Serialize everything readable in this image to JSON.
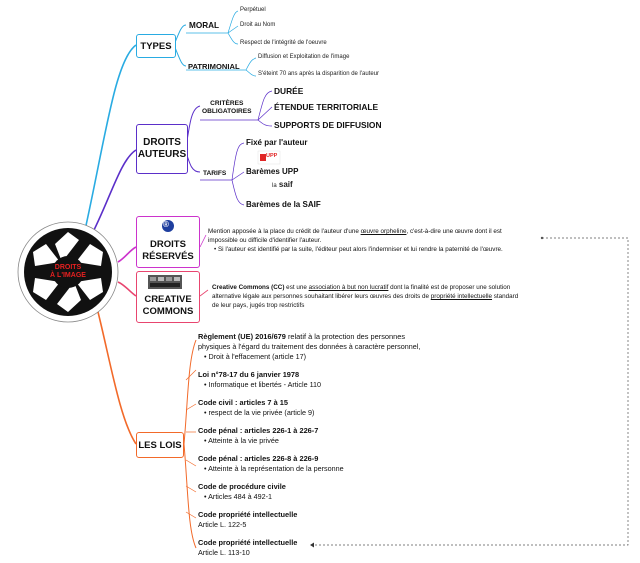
{
  "center": {
    "line1": "DROITS",
    "line2": "À L'IMAGE"
  },
  "types": {
    "label": "TYPES",
    "moral": {
      "label": "MORAL",
      "items": [
        "Perpétuel",
        "Droit au Nom",
        "Respect de l'intégrité de l'oeuvre"
      ]
    },
    "patrimonial": {
      "label": "PATRIMONIAL",
      "items": [
        "Diffusion et Exploitation de l'image",
        "S'éteint 70 ans après la disparition de l'auteur"
      ]
    }
  },
  "droits_auteurs": {
    "label_line1": "DROITS",
    "label_line2": "AUTEURS",
    "criteres": {
      "label_line1": "CRITÈRES",
      "label_line2": "OBLIGATOIRES",
      "items": [
        "DURÉE",
        "ÉTENDUE TERRITORIALE",
        "SUPPORTS DE DIFFUSION"
      ]
    },
    "tarifs": {
      "label": "TARIFS",
      "items": [
        "Fixé par l'auteur",
        "Barèmes UPP",
        "Barèmes de la SAIF"
      ],
      "logo_upp": "UPP",
      "logo_saif_1": "la",
      "logo_saif_2": "saif"
    }
  },
  "droits_reserves": {
    "symbol": "®",
    "label_line1": "DROITS",
    "label_line2": "RÉSERVÉS",
    "text_a": "Mention apposée à la place du crédit de l'auteur d'une ",
    "text_link": "œuvre orpheline",
    "text_b": ", c'est-à-dire une œuvre dont il est",
    "text_line2": "impossible ou difficile d'identifier l'auteur.",
    "bullet_line1": "Si l'auteur est identifié par la suite, l'éditeur peut alors l'indemniser et lui rendre la paternité de l'œuvre."
  },
  "creative_commons": {
    "label_line1": "CREATIVE",
    "label_line2": "COMMONS",
    "t_bold": "Creative Commons (CC)",
    "t_1": " est une ",
    "t_link1": "association à but non lucratif",
    "t_2": " dont la finalité est de proposer une solution",
    "t_line2a": "alternative légale aux personnes souhaitant libérer leurs œuvres des droits de ",
    "t_link2": "propriété intellectuelle",
    "t_line2b": " standard",
    "t_line3": "de leur pays, jugés trop restrictifs"
  },
  "lois": {
    "label": "LES LOIS",
    "items": [
      {
        "title_bold": "Règlement (UE) 2016/679",
        "title_rest": " relatif à la protection des personnes",
        "line2": "physiques à l'égard du traitement des données à caractère personnel,",
        "bullet": "Droit à l'effacement (article 17)"
      },
      {
        "title_bold": "Loi n°78-17 du 6 janvier 1978",
        "bullet": "Informatique et libertés - Article 110"
      },
      {
        "title_bold": "Code civil : articles 7 à 15",
        "bullet": "respect de la vie privée (article 9)"
      },
      {
        "title_bold": "Code pénal : articles 226-1 à 226-7",
        "bullet": "Atteinte à la vie privée"
      },
      {
        "title_bold": "Code pénal : articles 226-8 à 226-9",
        "bullet": "Atteinte à la représentation de la personne"
      },
      {
        "title_bold": "Code de procédure civile",
        "bullet": "Articles 484 à 492-1"
      },
      {
        "title_bold": "Code propriété intellectuelle",
        "plain": "Article L. 122-5"
      },
      {
        "title_bold": "Code propriété intellectuelle",
        "plain": "Article L. 113-10"
      }
    ]
  },
  "colors": {
    "types": "#29abe2",
    "droits_auteurs": "#5b2fc9",
    "droits_reserves": "#cc33cc",
    "creative_commons": "#e8456f",
    "lois": "#f26a2a",
    "center_bg": "#111111",
    "center_text": "#e62020"
  }
}
